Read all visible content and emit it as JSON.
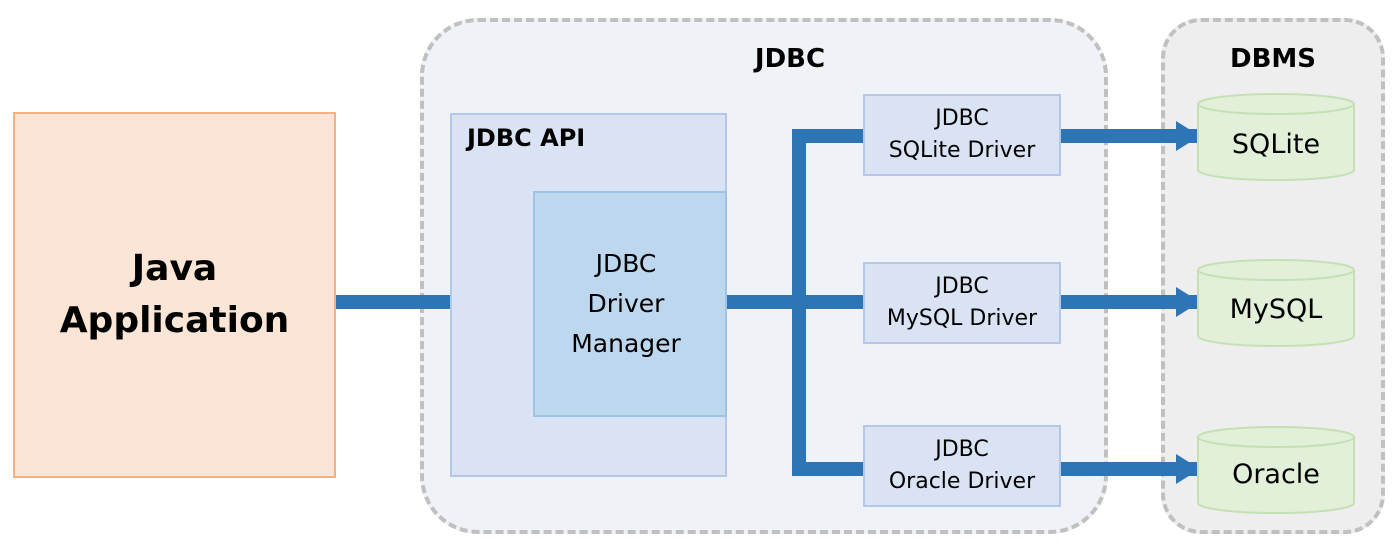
{
  "groups": {
    "jdbc_title": "JDBC",
    "dbms_title": "DBMS"
  },
  "java_app": {
    "label": "Java\nApplication"
  },
  "jdbc_api": {
    "label": "JDBC API",
    "driver_manager": "JDBC\nDriver\nManager"
  },
  "drivers": [
    {
      "line1": "JDBC",
      "line2": "SQLite Driver"
    },
    {
      "line1": "JDBC",
      "line2": "MySQL Driver"
    },
    {
      "line1": "JDBC",
      "line2": "Oracle Driver"
    }
  ],
  "databases": [
    {
      "name": "SQLite"
    },
    {
      "name": "MySQL"
    },
    {
      "name": "Oracle"
    }
  ],
  "colors": {
    "connector": "#2e75b6",
    "cylinder_fill": "#e2f0d9",
    "cylinder_stroke": "#c5e0b4"
  }
}
